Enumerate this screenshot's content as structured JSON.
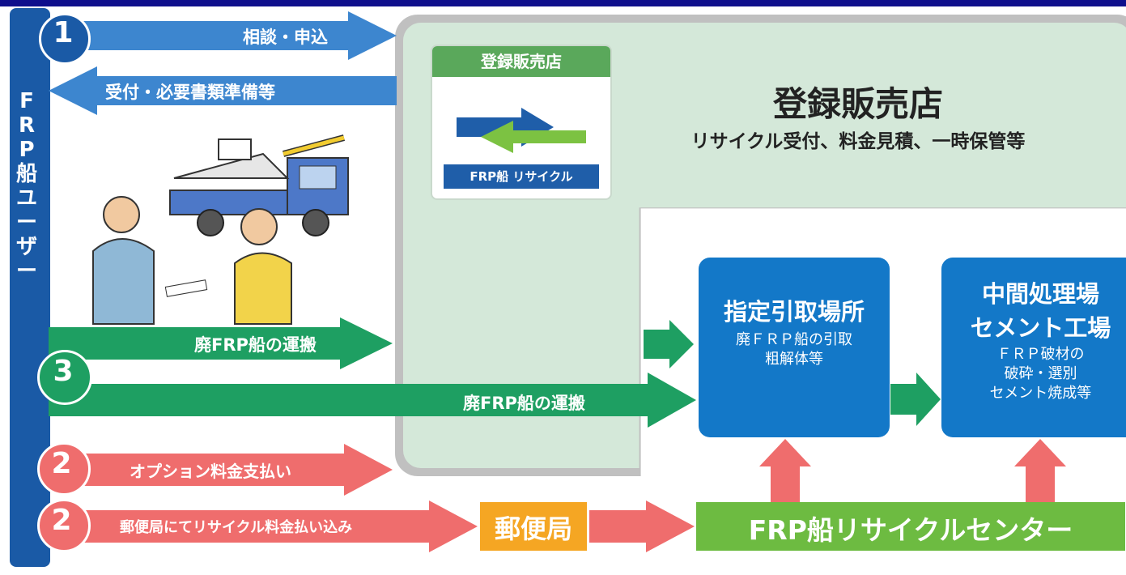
{
  "user_label": "FRP船ユーザー",
  "steps": [
    {
      "num": "1",
      "label": "相談・申込"
    },
    {
      "label": "受付・必要書類準備等"
    },
    {
      "label": "廃FRP船の運搬"
    },
    {
      "num": "3",
      "label": "廃FRP船の運搬"
    },
    {
      "num": "2",
      "label": "オプション料金支払い"
    },
    {
      "num": "2",
      "label": "郵便局にてリサイクル料金払い込み"
    }
  ],
  "logo": {
    "header": "登録販売店",
    "footer": "FRP船 リサイクル"
  },
  "shop": {
    "title": "登録販売店",
    "description": "リサイクル受付、料金見積、一時保管等"
  },
  "pickup": {
    "title": "指定引取場所",
    "line1": "廃ＦＲＰ船の引取",
    "line2": "粗解体等"
  },
  "processing": {
    "title1": "中間処理場",
    "title2": "セメント工場",
    "line1": "ＦＲＰ破材の",
    "line2": "破砕・選別",
    "line3": "セメント焼成等"
  },
  "post_office": "郵便局",
  "center": "FRP船リサイクルセンター",
  "colors": {
    "frame": "#0f0f8c",
    "user_bar": "#1a5aa6",
    "blue_arrow": "#3d86cf",
    "green_arrow": "#1e9f62",
    "red_arrow": "#ef6d6d",
    "shop_bg": "#d4e8d9",
    "box_blue": "#1378c8",
    "center_green": "#6dbb41",
    "post_orange": "#f5a623"
  }
}
